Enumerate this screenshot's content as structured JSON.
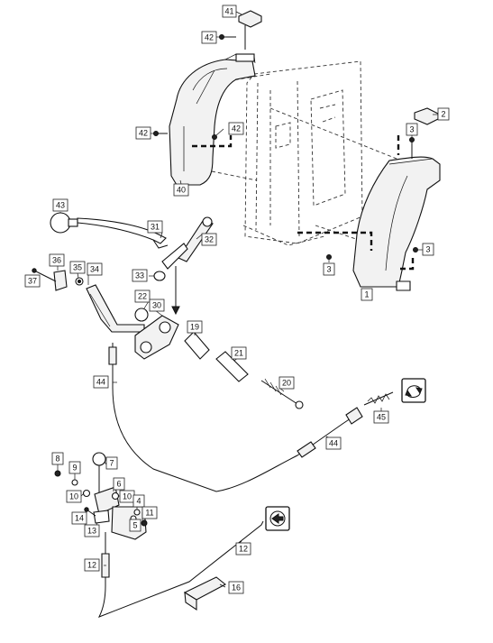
{
  "callouts": [
    {
      "id": "c41",
      "label": "41"
    },
    {
      "id": "c42a",
      "label": "42"
    },
    {
      "id": "c42b",
      "label": "42"
    },
    {
      "id": "c42c",
      "label": "42"
    },
    {
      "id": "c40",
      "label": "40"
    },
    {
      "id": "c2",
      "label": "2"
    },
    {
      "id": "c3a",
      "label": "3"
    },
    {
      "id": "c3b",
      "label": "3"
    },
    {
      "id": "c3c",
      "label": "3"
    },
    {
      "id": "c1",
      "label": "1"
    },
    {
      "id": "c43",
      "label": "43"
    },
    {
      "id": "c31",
      "label": "31"
    },
    {
      "id": "c32",
      "label": "32"
    },
    {
      "id": "c33",
      "label": "33"
    },
    {
      "id": "c36",
      "label": "36"
    },
    {
      "id": "c35",
      "label": "35"
    },
    {
      "id": "c34",
      "label": "34"
    },
    {
      "id": "c37",
      "label": "37"
    },
    {
      "id": "c22",
      "label": "22"
    },
    {
      "id": "c30",
      "label": "30"
    },
    {
      "id": "c19",
      "label": "19"
    },
    {
      "id": "c21",
      "label": "21"
    },
    {
      "id": "c44a",
      "label": "44"
    },
    {
      "id": "c20",
      "label": "20"
    },
    {
      "id": "c45",
      "label": "45"
    },
    {
      "id": "c44b",
      "label": "44"
    },
    {
      "id": "c8",
      "label": "8"
    },
    {
      "id": "c9",
      "label": "9"
    },
    {
      "id": "c7",
      "label": "7"
    },
    {
      "id": "c10a",
      "label": "10"
    },
    {
      "id": "c6",
      "label": "6"
    },
    {
      "id": "c10b",
      "label": "10"
    },
    {
      "id": "c4",
      "label": "4"
    },
    {
      "id": "c14",
      "label": "14"
    },
    {
      "id": "c11",
      "label": "11"
    },
    {
      "id": "c13",
      "label": "13"
    },
    {
      "id": "c5",
      "label": "5"
    },
    {
      "id": "c12a",
      "label": "12"
    },
    {
      "id": "c12b",
      "label": "12"
    },
    {
      "id": "c16",
      "label": "16"
    }
  ],
  "icons": {
    "rotate_icon": "rotate-arrows-icon",
    "direction_icon": "direction-arrow-icon"
  }
}
